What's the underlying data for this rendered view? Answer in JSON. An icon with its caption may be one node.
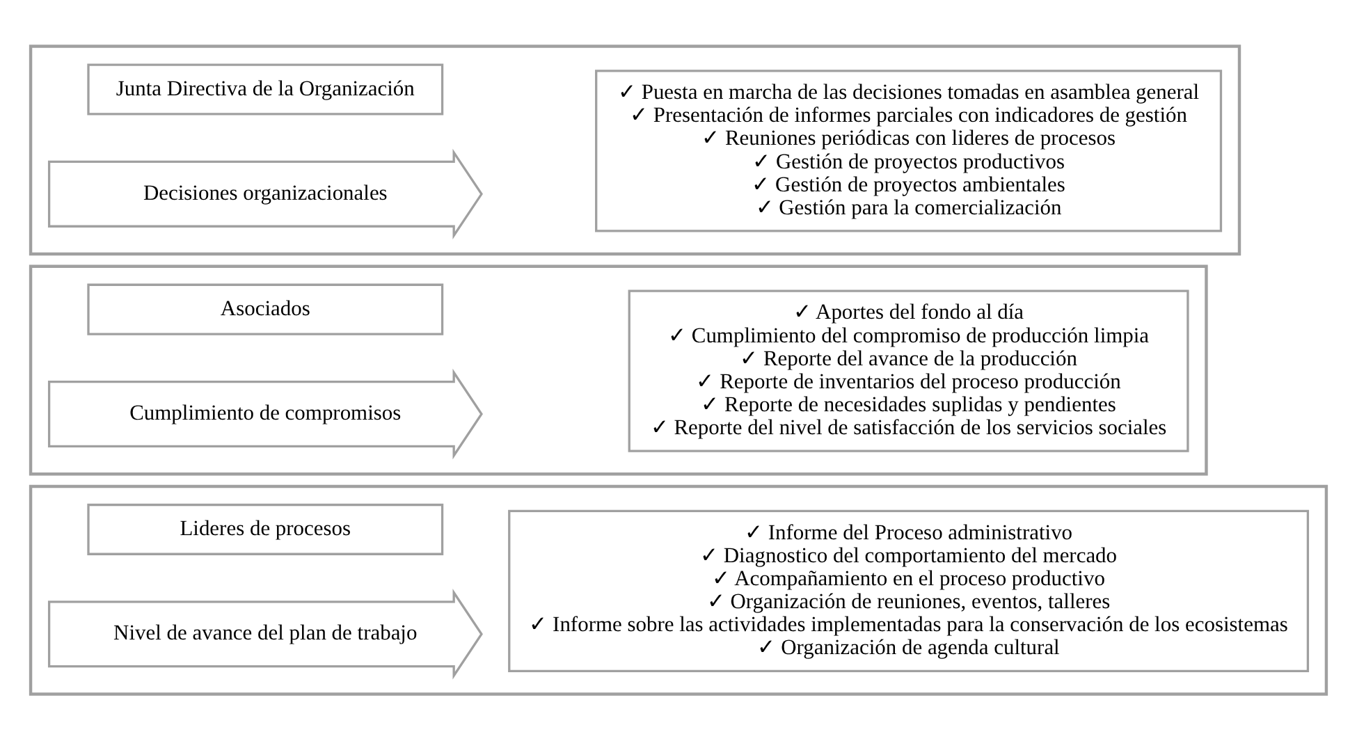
{
  "diagram": {
    "nodes": [
      {
        "text": [],
        "shape": "box"
      },
      {
        "text": [
          "Junta Directiva de la Organización"
        ],
        "in": 0
      },
      {
        "text": [
          "✓ Puesta en marcha de las decisiones tomadas en asamblea general",
          "✓ Presentación de informes parciales con indicadores de gestión",
          "✓ Reuniones periódicas con lideres de procesos",
          "✓ Gestión de proyectos productivos",
          "✓ Gestión de proyectos ambientales",
          "✓ Gestión para la comercialización"
        ],
        "in": 0
      },
      {
        "text": [
          "Decisiones organizacionales"
        ],
        "in": 0
      },
      {
        "text": [],
        "shape": "box"
      },
      {
        "text": [
          "Asociados"
        ],
        "in": 4
      },
      {
        "text": [
          "✓ Aportes del fondo al día",
          "✓ Cumplimiento del compromiso de producción limpia",
          "✓ Reporte del avance de la producción",
          "✓ Reporte de inventarios del proceso producción",
          "✓ Reporte de necesidades suplidas y pendientes",
          "✓ Reporte del nivel de satisfacción de los servicios sociales"
        ],
        "in": 4
      },
      {
        "text": [
          "Cumplimiento de compromisos"
        ],
        "in": 4
      },
      {
        "text": [],
        "shape": "box"
      },
      {
        "text": [
          "Lideres de procesos"
        ],
        "in": 8
      },
      {
        "text": [
          "✓ Informe del Proceso administrativo",
          "✓ Diagnostico del comportamiento del mercado",
          "✓ Acompañamiento en el proceso productivo",
          "✓ Organización de reuniones, eventos, talleres",
          "✓ Informe sobre las actividades implementadas para la conservación de los ecosistemas",
          "✓ Organización de agenda cultural"
        ],
        "in": 8
      },
      {
        "text": [
          "Nivel de avance del plan de trabajo"
        ],
        "in": 8
      }
    ]
  }
}
